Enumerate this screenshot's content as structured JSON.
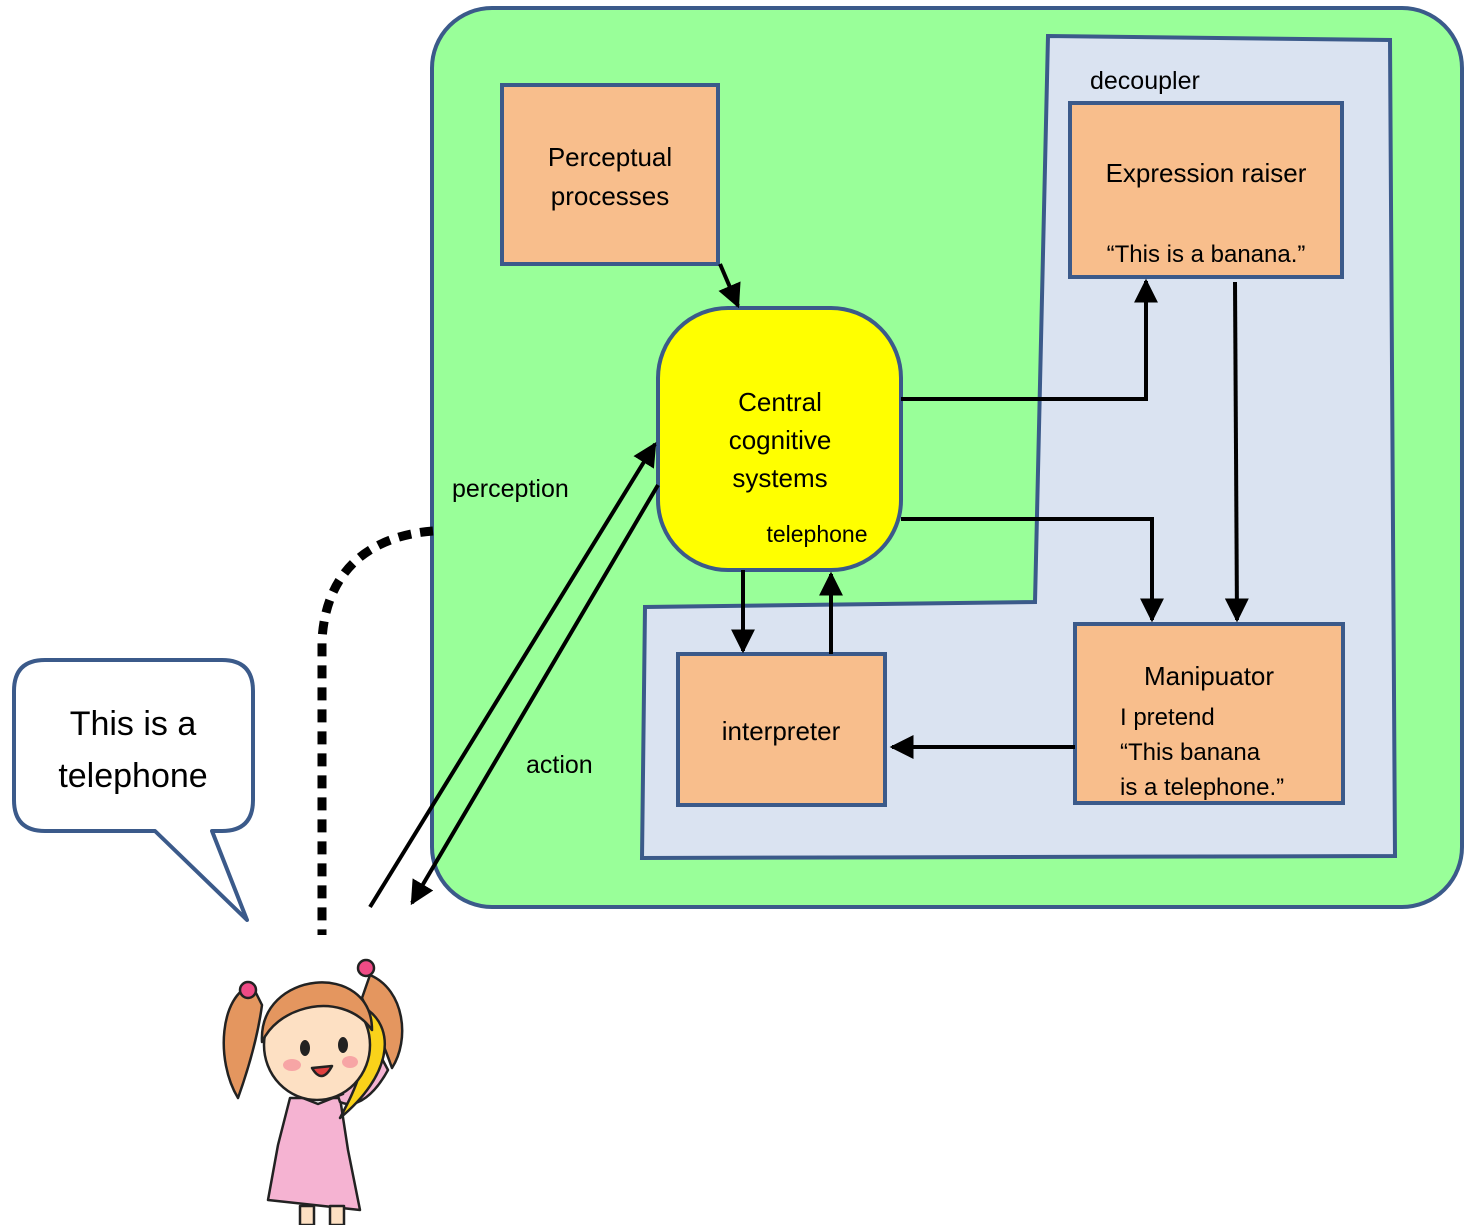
{
  "diagram": {
    "decoupler_label": "decoupler",
    "perceptual": {
      "line1": "Perceptual",
      "line2": "processes"
    },
    "central": {
      "line1": "Central",
      "line2": "cognitive",
      "line3": "systems",
      "sub": "telephone"
    },
    "expression_raiser": {
      "title": "Expression raiser",
      "quote": "“This is a banana.”"
    },
    "manipulator": {
      "title": "Manipuator",
      "line1": "I pretend",
      "line2": "“This banana",
      "line3": "is a telephone.”"
    },
    "interpreter": {
      "label": "interpreter"
    },
    "perception_label": "perception",
    "action_label": "action"
  },
  "speech_bubble": {
    "line1": "This is a",
    "line2": "telephone"
  },
  "colors": {
    "outer_box": "#99ff99",
    "decoupler_box": "#dae3f1",
    "module_box": "#f8be8c",
    "central_box": "#ffff00",
    "stroke": "#3b5a8a"
  },
  "icons": {
    "child": "girl-holding-banana-icon"
  }
}
